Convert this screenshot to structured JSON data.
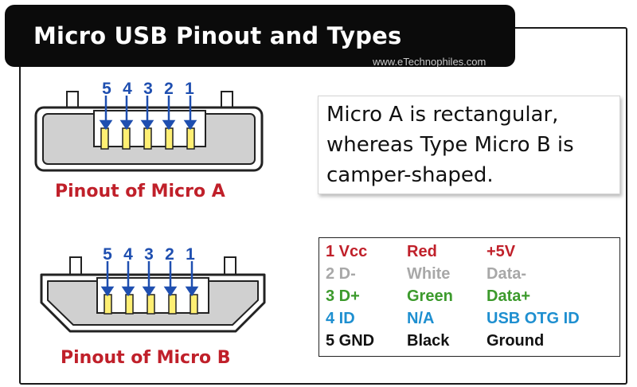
{
  "header": {
    "title": "Micro USB Pinout and Types",
    "website": "www.eTechnophiles.com"
  },
  "micro_a": {
    "pin_numbers": [
      "5",
      "4",
      "3",
      "2",
      "1"
    ],
    "label": "Pinout of Micro A"
  },
  "micro_b": {
    "pin_numbers": [
      "5",
      "4",
      "3",
      "2",
      "1"
    ],
    "label": "Pinout of Micro B"
  },
  "description": {
    "lines": [
      "Micro A is rectangular,",
      "whereas Type Micro B is",
      "camper-shaped."
    ]
  },
  "pin_table": {
    "rows": [
      {
        "pin": "1 Vcc",
        "color": "Red",
        "function": "+5V",
        "text_color": "#c0202a"
      },
      {
        "pin": "2 D-",
        "color": "White",
        "function": "Data-",
        "text_color": "#a8a8a8"
      },
      {
        "pin": "3 D+",
        "color": "Green",
        "function": "Data+",
        "text_color": "#3c9a2c"
      },
      {
        "pin": "4 ID",
        "color": "N/A",
        "function": "USB OTG ID",
        "text_color": "#1e8fd0"
      },
      {
        "pin": "5 GND",
        "color": "Black",
        "function": "Ground",
        "text_color": "#111111"
      }
    ]
  },
  "colors": {
    "pin_number_blue": "#1f4fb0",
    "label_red": "#c0202a",
    "connector_fill": "#d0d0d0",
    "pin_yellow": "#ffef73"
  }
}
